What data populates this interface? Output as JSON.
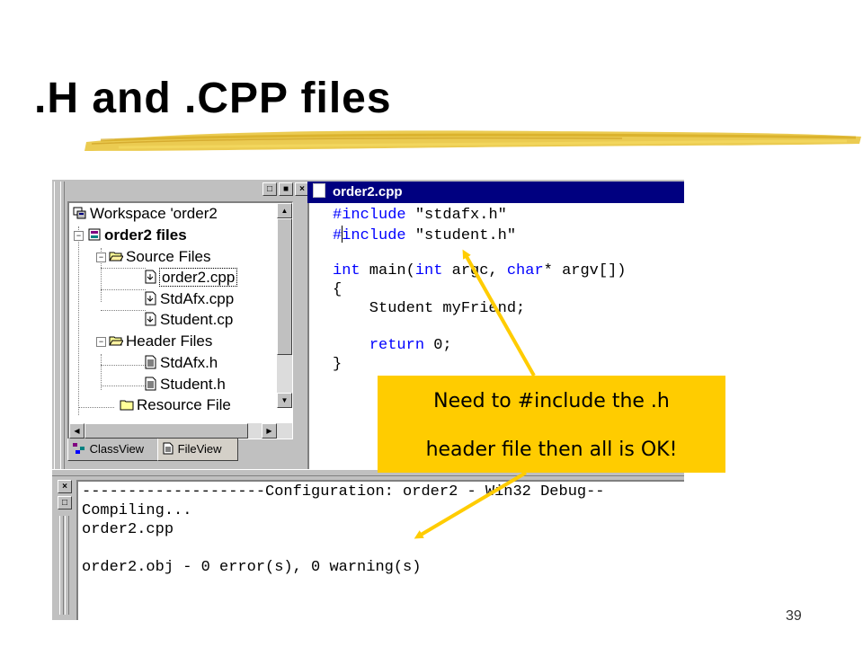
{
  "slide": {
    "title": ".H and .CPP files",
    "page_number": "39"
  },
  "workspace": {
    "root": "Workspace 'order2",
    "project": "order2 files",
    "folders": {
      "source": "Source Files",
      "header": "Header Files",
      "resource": "Resource File"
    },
    "source_files": [
      "order2.cpp",
      "StdAfx.cpp",
      "Student.cp"
    ],
    "header_files": [
      "StdAfx.h",
      "Student.h"
    ],
    "selected_file": "order2.cpp",
    "tabs": [
      "ClassView",
      "FileView"
    ],
    "active_tab": "FileView"
  },
  "editor": {
    "title": "order2.cpp",
    "lines": {
      "l1_kw": "#include",
      "l1_rest": " \"stdafx.h\"",
      "l2_a": "#",
      "l2_b": "include",
      "l2_rest": " \"student.h\"",
      "l3_kw1": "int",
      "l3_mid": " main(",
      "l3_kw2": "int",
      "l3_mid2": " argc, ",
      "l3_kw3": "char",
      "l3_rest": "* argv[])",
      "l4": "{",
      "l5": "    Student myFriend;",
      "l6_indent": "    ",
      "l6_kw": "return",
      "l6_rest": " 0;",
      "l7": "}"
    }
  },
  "output": {
    "lines": [
      "--------------------Configuration: order2 - Win32 Debug--",
      "Compiling...",
      "order2.cpp",
      "",
      "order2.obj - 0 error(s), 0 warning(s)"
    ]
  },
  "callout": {
    "line1": "Need to #include the .h",
    "line2": "header file then all is OK!"
  },
  "colors": {
    "title_bar": "#000080",
    "keyword": "#0000ff",
    "callout_fill": "#ffcc00",
    "brush_stroke": "#e8c233"
  }
}
